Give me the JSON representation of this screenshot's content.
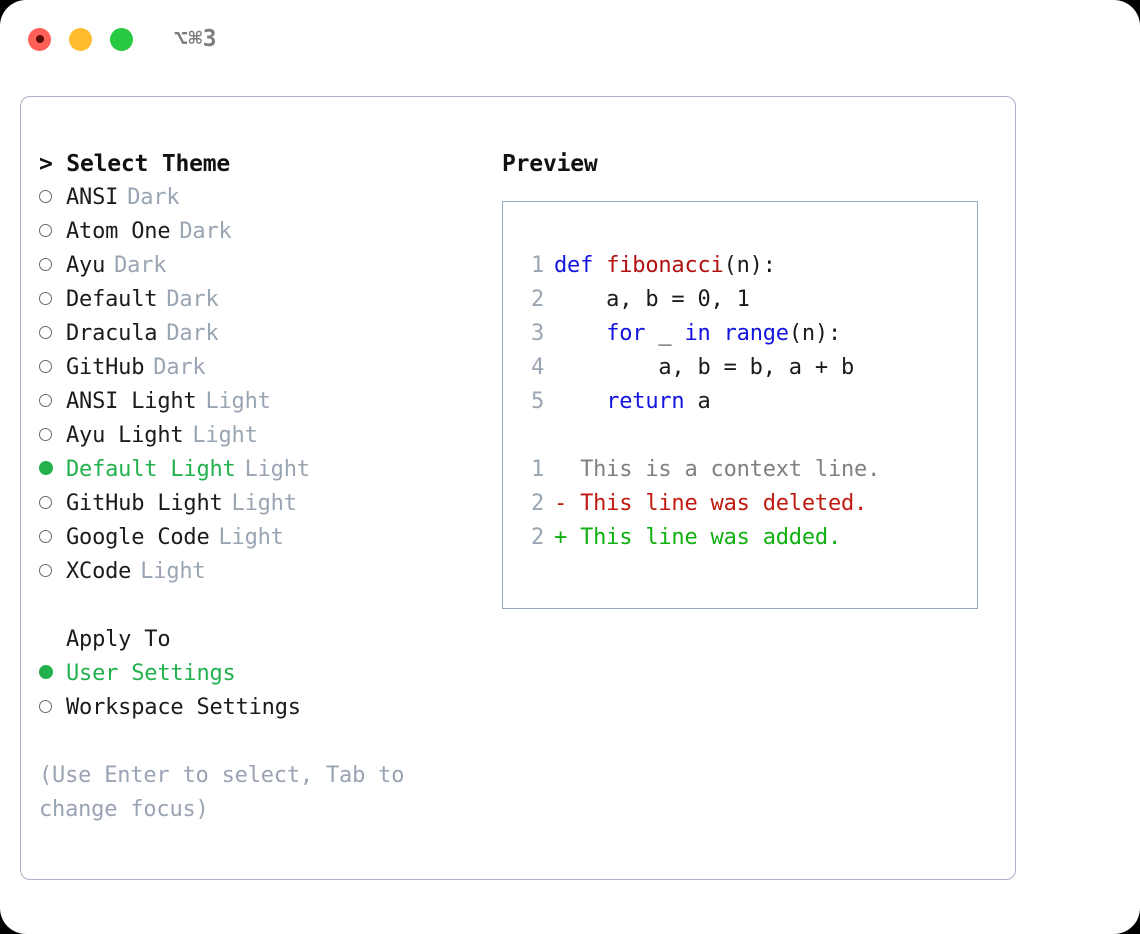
{
  "titlebar": {
    "shortcut": "⌥⌘3",
    "lights": [
      "close-button",
      "minimize-button",
      "maximize-button"
    ]
  },
  "theme_picker": {
    "header_prompt": "> ",
    "header": "Select Theme",
    "header_full": "> Select Theme",
    "items": [
      {
        "name": "ANSI",
        "tag": "Dark",
        "selected": false
      },
      {
        "name": "Atom One",
        "tag": "Dark",
        "selected": false
      },
      {
        "name": "Ayu",
        "tag": "Dark",
        "selected": false
      },
      {
        "name": "Default",
        "tag": "Dark",
        "selected": false
      },
      {
        "name": "Dracula",
        "tag": "Dark",
        "selected": false
      },
      {
        "name": "GitHub",
        "tag": "Dark",
        "selected": false
      },
      {
        "name": "ANSI Light",
        "tag": "Light",
        "selected": false
      },
      {
        "name": "Ayu Light",
        "tag": "Light",
        "selected": false
      },
      {
        "name": "Default Light",
        "tag": "Light",
        "selected": true
      },
      {
        "name": "GitHub Light",
        "tag": "Light",
        "selected": false
      },
      {
        "name": "Google Code",
        "tag": "Light",
        "selected": false
      },
      {
        "name": "XCode",
        "tag": "Light",
        "selected": false
      }
    ]
  },
  "apply_to": {
    "header": "Apply To",
    "options": [
      {
        "label": "User Settings",
        "selected": true
      },
      {
        "label": "Workspace Settings",
        "selected": false
      }
    ]
  },
  "hint": "(Use Enter to select, Tab to change focus)",
  "preview": {
    "title": "Preview",
    "code_lines": [
      {
        "num": "1",
        "segments": [
          {
            "text": "def ",
            "kind": "kw"
          },
          {
            "text": "fibonacci",
            "kind": "fn"
          },
          {
            "text": "(n):",
            "kind": "pl"
          }
        ]
      },
      {
        "num": "2",
        "segments": [
          {
            "text": "    a, b = 0, 1",
            "kind": "pl"
          }
        ]
      },
      {
        "num": "3",
        "segments": [
          {
            "text": "    ",
            "kind": "pl"
          },
          {
            "text": "for",
            "kind": "kw"
          },
          {
            "text": " _ ",
            "kind": "pl"
          },
          {
            "text": "in",
            "kind": "kw"
          },
          {
            "text": " ",
            "kind": "pl"
          },
          {
            "text": "range",
            "kind": "kw"
          },
          {
            "text": "(n):",
            "kind": "pl"
          }
        ]
      },
      {
        "num": "4",
        "segments": [
          {
            "text": "        a, b = b, a + b",
            "kind": "pl"
          }
        ]
      },
      {
        "num": "5",
        "segments": [
          {
            "text": "    ",
            "kind": "pl"
          },
          {
            "text": "return",
            "kind": "kw"
          },
          {
            "text": " a",
            "kind": "pl"
          }
        ]
      }
    ],
    "diff_lines": [
      {
        "num": "1",
        "marker": " ",
        "text": "  This is a context line.",
        "kind": "ctx"
      },
      {
        "num": "2",
        "marker": "-",
        "text": "- This line was deleted.",
        "kind": "del"
      },
      {
        "num": "2",
        "marker": "+",
        "text": "+ This line was added.",
        "kind": "add"
      }
    ]
  },
  "colors": {
    "accent_green": "#22b14c",
    "muted": "#9aa5b4",
    "keyword_blue": "#1414e0",
    "function_red": "#b01010",
    "diff_deleted": "#c01a10",
    "diff_added": "#10b010",
    "border": "#9aa8bc",
    "light_red": "#ff5f57",
    "light_amber": "#febc2e",
    "light_green": "#28c840"
  }
}
